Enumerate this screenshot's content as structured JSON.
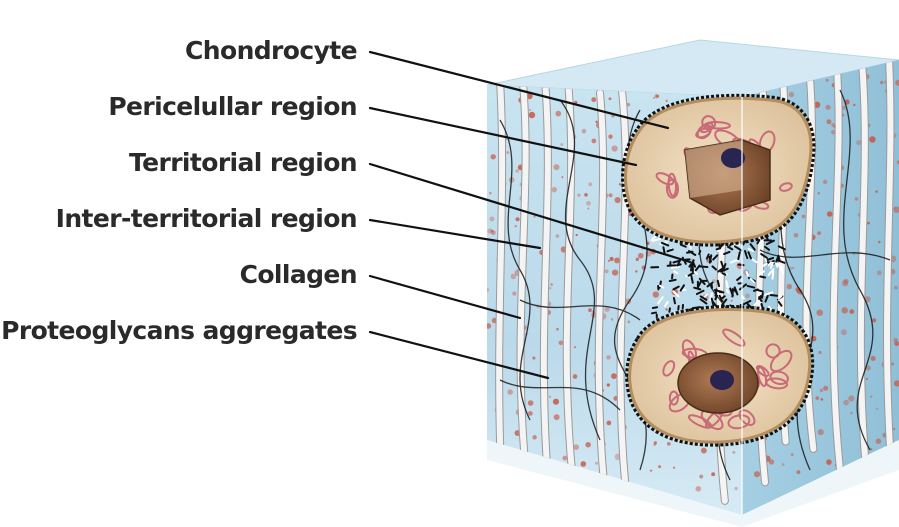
{
  "labels": {
    "chondrocyte": "Chondrocyte",
    "pericellular": "Pericelullar region",
    "territorial": "Territorial region",
    "inter_territorial": "Inter-territorial region",
    "collagen": "Collagen",
    "proteoglycans": "Proteoglycans aggregates"
  },
  "colors": {
    "matrix_front": "#bcdcec",
    "matrix_side": "#9fc9de",
    "matrix_top": "#d9ecf6",
    "collagen_fiber": "#f2f2f2",
    "proteoglycan_red": "#c8543f",
    "cell_cytoplasm": "#ecd6b6",
    "cell_organelle": "#c86a78",
    "nucleus": "#8a5a3a",
    "nucleolus": "#2a2450"
  }
}
